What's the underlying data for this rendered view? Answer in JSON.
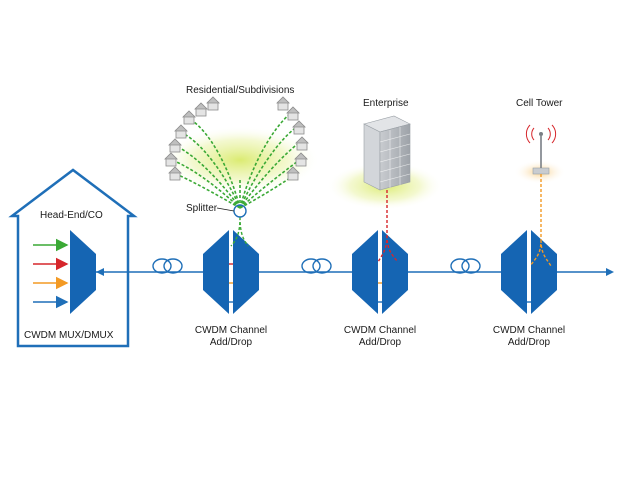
{
  "labels": {
    "residential": "Residential/Subdivisions",
    "enterprise": "Enterprise",
    "cell_tower": "Cell Tower",
    "head_end": "Head-End/CO",
    "splitter": "Splitter",
    "mux": "CWDM MUX/DMUX",
    "node1_line1": "CWDM Channel",
    "node1_line2": "Add/Drop",
    "node2_line1": "CWDM Channel",
    "node2_line2": "Add/Drop",
    "node3_line1": "CWDM Channel",
    "node3_line2": "Add/Drop"
  },
  "colors": {
    "device_blue": "#1565b3",
    "outline_blue": "#1f6fb8",
    "green_fiber": "#3aa935",
    "red_fiber": "#d6262b",
    "orange_fiber": "#f39a24",
    "blue_fiber": "#1f6fb8"
  }
}
